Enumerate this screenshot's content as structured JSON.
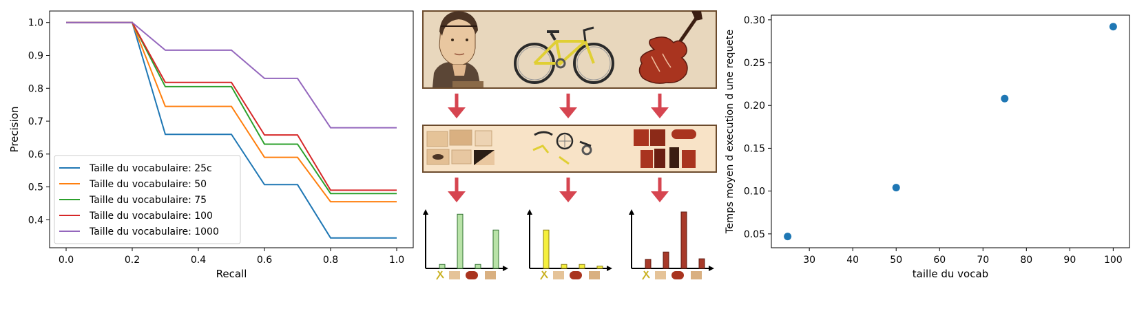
{
  "chart_data": [
    {
      "type": "line",
      "xlabel": "Recall",
      "ylabel": "Precision",
      "xlim": [
        -0.05,
        1.05
      ],
      "ylim": [
        0.315,
        1.035
      ],
      "xticks": [
        "0.0",
        "0.2",
        "0.4",
        "0.6",
        "0.8",
        "1.0"
      ],
      "yticks": [
        "0.4",
        "0.5",
        "0.6",
        "0.7",
        "0.8",
        "0.9",
        "1.0"
      ],
      "grid": false,
      "legend": "lower-left",
      "x": [
        0.0,
        0.1,
        0.2,
        0.3,
        0.4,
        0.5,
        0.6,
        0.7,
        0.8,
        0.9,
        1.0
      ],
      "series": [
        {
          "name": "Taille du vocabulaire: 25c",
          "color": "#1f77b4",
          "values": [
            1.0,
            1.0,
            1.0,
            0.66,
            0.66,
            0.66,
            0.507,
            0.507,
            0.345,
            0.345,
            0.345
          ]
        },
        {
          "name": "Taille du vocabulaire: 50",
          "color": "#ff7f0e",
          "values": [
            1.0,
            1.0,
            1.0,
            0.745,
            0.745,
            0.745,
            0.59,
            0.59,
            0.455,
            0.455,
            0.455
          ]
        },
        {
          "name": "Taille du vocabulaire: 75",
          "color": "#2ca02c",
          "values": [
            1.0,
            1.0,
            1.0,
            0.805,
            0.805,
            0.805,
            0.63,
            0.63,
            0.48,
            0.48,
            0.48
          ]
        },
        {
          "name": "Taille du vocabulaire: 100",
          "color": "#d62728",
          "values": [
            1.0,
            1.0,
            1.0,
            0.818,
            0.818,
            0.818,
            0.658,
            0.658,
            0.49,
            0.49,
            0.49
          ]
        },
        {
          "name": "Taille du vocabulaire: 1000",
          "color": "#9467bd",
          "values": [
            1.0,
            1.0,
            1.0,
            0.916,
            0.916,
            0.916,
            0.83,
            0.83,
            0.68,
            0.68,
            0.68
          ]
        }
      ]
    },
    {
      "type": "diagram",
      "description_steps": [
        "images",
        "patches",
        "histograms"
      ],
      "colors": {
        "frame_fill": "#e8d7bd",
        "frame_stroke": "#6b4a2c",
        "patch_fill": "#f8e3c7",
        "arrow": "#d64550"
      },
      "histograms": [
        {
          "color": "#b9e3a8",
          "stroke": "#2f6f2f",
          "values": [
            0.07,
            0.96,
            0.07,
            0.68
          ]
        },
        {
          "color": "#f5ef3d",
          "stroke": "#8a7d12",
          "values": [
            0.68,
            0.07,
            0.07,
            0.04
          ]
        },
        {
          "color": "#a83a2a",
          "stroke": "#5e1c12",
          "values": [
            0.16,
            0.29,
            1.0,
            0.17
          ]
        }
      ]
    },
    {
      "type": "scatter",
      "xlabel": "taille du vocab",
      "ylabel": "Temps moyen d execution d une requete",
      "xlim": [
        21.25,
        103.75
      ],
      "ylim": [
        0.0338,
        0.3055
      ],
      "xticks": [
        "30",
        "40",
        "50",
        "60",
        "70",
        "80",
        "90",
        "100"
      ],
      "yticks": [
        "0.05",
        "0.10",
        "0.15",
        "0.20",
        "0.25",
        "0.30"
      ],
      "grid": false,
      "color": "#1f77b4",
      "x": [
        25,
        50,
        75,
        100
      ],
      "y": [
        0.047,
        0.104,
        0.208,
        0.292
      ]
    }
  ]
}
